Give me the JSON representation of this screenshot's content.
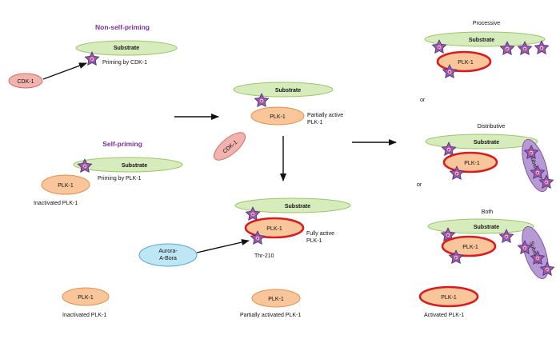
{
  "colors": {
    "substrate_fill": "#d7ecbd",
    "substrate_stroke": "#9cc46a",
    "plk_fill": "#f9c59b",
    "plk_stroke": "#e0914f",
    "plk_active_stroke": "#d61e1e",
    "cdk_fill": "#f2b3ae",
    "cdk_stroke": "#cf6f6a",
    "aurora_fill": "#bfe6f5",
    "aurora_stroke": "#5aa9cf",
    "star_fill": "#8f5bb3",
    "star_stroke": "#4f2b76",
    "star_inner": "#f4c8d6",
    "purple_substrate_fill": "#b79ad4"
  },
  "labels": {
    "non_self_priming": "Non-self-priming",
    "self_priming": "Self-priming",
    "substrate": "Substrate",
    "plk1": "PLK-1",
    "cdk1": "CDK-1",
    "aurora": [
      "Aurora-",
      "A-Bora"
    ],
    "priming_by_cdk1": "Priming by CDK-1",
    "priming_by_plk1": "Priming by PLK-1",
    "inactivated_plk1": "Inactivated PLK-1",
    "partially_active": [
      "Partially active",
      "PLK-1"
    ],
    "fully_active": [
      "Fully active",
      "PLK-1"
    ],
    "thr210": "Thr-210",
    "processive": "Processive",
    "distributive": "Distributive",
    "both": "Both",
    "or1": "or",
    "or2": "or",
    "legend_inactivated": "Inactivated PLK-1",
    "legend_partially": "Partially activated PLK-1",
    "legend_activated": "Activated PLK-1"
  }
}
